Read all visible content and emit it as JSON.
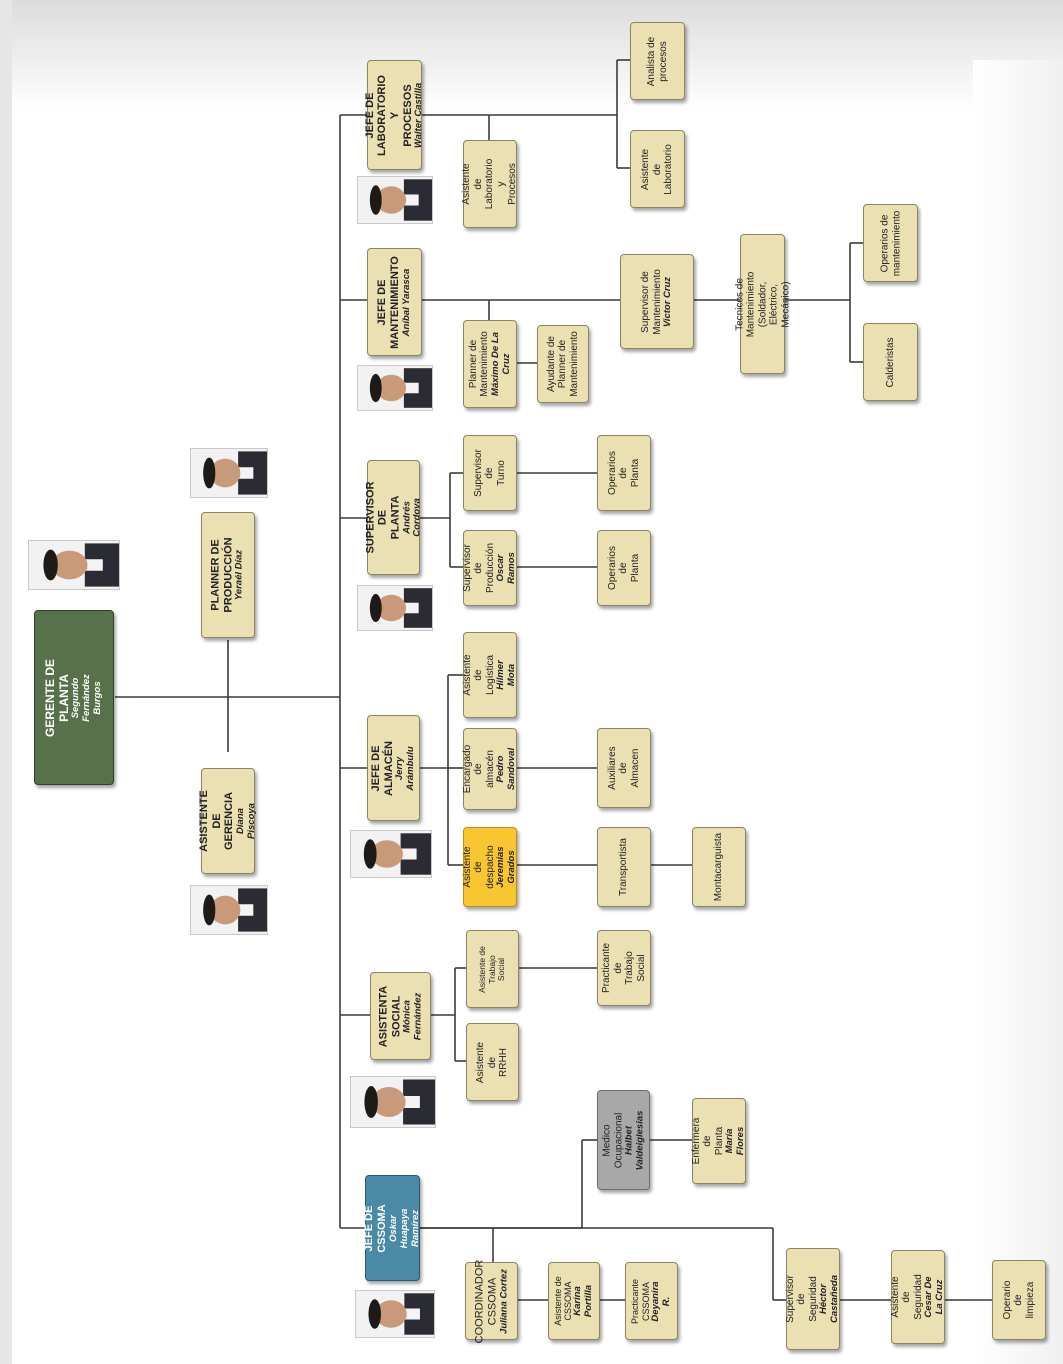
{
  "colors": {
    "node_fill": "#ebe0b2",
    "gerente_fill": "#57724a",
    "cssoma_fill": "#4b8aa6",
    "despacho_fill": "#f7c631",
    "medico_fill": "#a8a8a8",
    "connector": "#3a3a3a"
  },
  "nodes": {
    "gerente": {
      "title": "GERENTE DE PLANTA",
      "name": "Segundo Fernández Burgos"
    },
    "planner_produccion": {
      "title": "PLANNER DE\nPRODUCCIÓN",
      "name": "Yeraél Díaz"
    },
    "asistente_gerencia": {
      "title": "ASISTENTE DE\nGERENCIA",
      "name": "Diana Piscoya"
    },
    "jefe_laboratorio": {
      "title": "JEFE DE LABORATORIO Y\nPROCESOS",
      "name": "Walter Castilla"
    },
    "asistente_laboratorio_procesos": {
      "title": "Asistente de\nLaboratorio y\nProcesos",
      "name": ""
    },
    "asistente_laboratorio": {
      "title": "Asistente de\nLaboratorio",
      "name": ""
    },
    "analista_procesos": {
      "title": "Analista de\nprocesos",
      "name": ""
    },
    "jefe_mantenimiento": {
      "title": "JEFE DE\nMANTENIMIENTO",
      "name": "Aníbal Yarasca"
    },
    "planner_mantenimiento": {
      "title": "Planner de\nMantenimiento",
      "name": "Máximo De La Cruz"
    },
    "ayudante_planner": {
      "title": "Ayudante de\nPlanner de\nMantenimiento",
      "name": ""
    },
    "supervisor_mantenimiento": {
      "title": "Supervisor de\nMantenimiento",
      "name": "Victor Cruz"
    },
    "tecnicos_mantenimiento": {
      "title": "Tecnicos de Mantenimiento\n(Soldador, Eléctrico, Mecánico)",
      "name": ""
    },
    "operarios_mantenimiento": {
      "title": "Operarios de\nmantenimiento",
      "name": ""
    },
    "calderistas": {
      "title": "Calderistas",
      "name": ""
    },
    "supervisor_planta": {
      "title": "SUPERVISOR DE\nPLANTA",
      "name": "Andrés Cordova"
    },
    "supervisor_turno": {
      "title": "Supervisor de\nTurno",
      "name": ""
    },
    "operarios_planta_1": {
      "title": "Operarios de\nPlanta",
      "name": ""
    },
    "supervisor_produccion": {
      "title": "Supervisor de\nProducción",
      "name": "Oscar Ramos"
    },
    "operarios_planta_2": {
      "title": "Operarios de\nPlanta",
      "name": ""
    },
    "jefe_almacen": {
      "title": "JEFE DE ALMACÉN",
      "name": "Jerry Arámbulu"
    },
    "asistente_logistica": {
      "title": "Asistente de\nLogística",
      "name": "Hilmer Mota"
    },
    "encargado_almacen": {
      "title": "Encargado de\nalmacén",
      "name": "Pedro Sandoval"
    },
    "auxiliares_almacen": {
      "title": "Auxiliares de\nAlmacen",
      "name": ""
    },
    "asistente_despacho": {
      "title": "Asistente de\ndespacho",
      "name": "Jeremias Grados"
    },
    "transportista": {
      "title": "Transportista",
      "name": ""
    },
    "montacarguista": {
      "title": "Montacarguista",
      "name": ""
    },
    "asistenta_social": {
      "title": "ASISTENTA\nSOCIAL",
      "name": "Mónica Fernández"
    },
    "asistente_trabajo_social": {
      "title": "Asistente de Trabajo\nSocial",
      "name": ""
    },
    "practicante_trabajo_social": {
      "title": "Practicante de\nTrabajo Social",
      "name": ""
    },
    "asistente_rrhh": {
      "title": "Asistente de\nRRHH",
      "name": ""
    },
    "jefe_cssoma": {
      "title": "JEFE DE CSSOMA",
      "name": "Oskar Huapaya Ramírez"
    },
    "medico_ocupacional": {
      "title": "Medico Ocupacional",
      "name": "Halbet Valdeiglesias"
    },
    "enfermera_planta": {
      "title": "Enfermera de\nPlanta",
      "name": "María Flores"
    },
    "coordinador_cssoma": {
      "title": "COORDINADOR\nCSSOMA",
      "name": "Juliana Cortez"
    },
    "asistente_cssoma": {
      "title": "Asistente de\nCSSOMA",
      "name": "Karina Portilla"
    },
    "practicante_cssoma": {
      "title": "Practicante\nCSSOMA",
      "name": "Deyanira R."
    },
    "supervisor_seguridad_1": {
      "title": "Supervisor de\nSeguridad",
      "name": "Héctor Castañeda"
    },
    "asistente_seguridad": {
      "title": "Asistente de\nSeguridad",
      "name": "Cesar De La Cruz"
    },
    "operario_limpieza": {
      "title": "Operario de\nlimpieza",
      "name": ""
    }
  }
}
